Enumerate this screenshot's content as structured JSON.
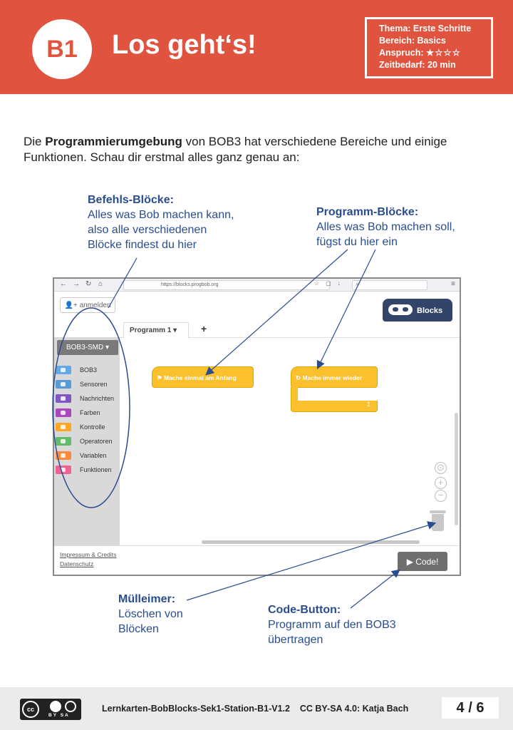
{
  "header": {
    "badge": "B1",
    "title": "Los geht‘s!",
    "info": {
      "topic": "Thema: Erste Schritte",
      "area": "Bereich: Basics",
      "level_label": "Anspruch:",
      "level_stars": "★☆☆☆",
      "level_value": 1,
      "level_max": 4,
      "time": "Zeitbedarf: 20 min"
    }
  },
  "intro": {
    "before": "Die ",
    "bold": "Programmierumgebung",
    "after": " von BOB3 hat verschiedene Bereiche und einige Funktionen. Schau dir erstmal alles ganz genau an:"
  },
  "annotations": {
    "befehle": {
      "heading": "Befehls-Blöcke:",
      "lines": [
        "Alles was Bob machen kann,",
        "also alle verschiedenen",
        "Blöcke findest du hier"
      ]
    },
    "programm": {
      "heading": "Programm-Blöcke:",
      "lines": [
        "Alles was Bob machen soll,",
        "fügst du hier ein"
      ]
    },
    "muell": {
      "heading": "Mülleimer:",
      "lines": [
        "Löschen von",
        "Blöcken"
      ]
    },
    "code": {
      "heading": "Code-Button:",
      "lines": [
        "Programm auf den BOB3",
        "übertragen"
      ]
    }
  },
  "screenshot": {
    "url": "https://blocks.progbob.org",
    "login_label": "anmelden",
    "logo_text": "Blocks",
    "tab_label": "Programm 1 ▾",
    "add_tab": "+",
    "board_select": "BOB3-SMD ▾",
    "categories": [
      {
        "label": "BOB3",
        "color": "#64a8e8"
      },
      {
        "label": "Sensoren",
        "color": "#5b9bd5"
      },
      {
        "label": "Nachrichten",
        "color": "#7e57c2"
      },
      {
        "label": "Farben",
        "color": "#ab47bc"
      },
      {
        "label": "Kontrolle",
        "color": "#ffa726"
      },
      {
        "label": "Operatoren",
        "color": "#66bb6a"
      },
      {
        "label": "Variablen",
        "color": "#ff8a3d"
      },
      {
        "label": "Funktionen",
        "color": "#f06292"
      }
    ],
    "block_start": "⚑ Mache einmal am Anfang",
    "block_loop": "↻ Mache immer wieder",
    "block_loop_end": "↥",
    "footer_links": [
      "Impressum & Credits",
      "Datenschutz"
    ],
    "code_button": "▶ Code!"
  },
  "footer": {
    "license_badge": "cc",
    "license_badge_sub": "BY SA",
    "reference": "Lernkarten-BobBlocks-Sek1-Station-B1-V1.2    CC BY-SA 4.0: Katja Bach",
    "page": "4 / 6"
  },
  "colors": {
    "header": "#e0533e",
    "annotation": "#2a4d8f",
    "block": "#fbc02d"
  }
}
